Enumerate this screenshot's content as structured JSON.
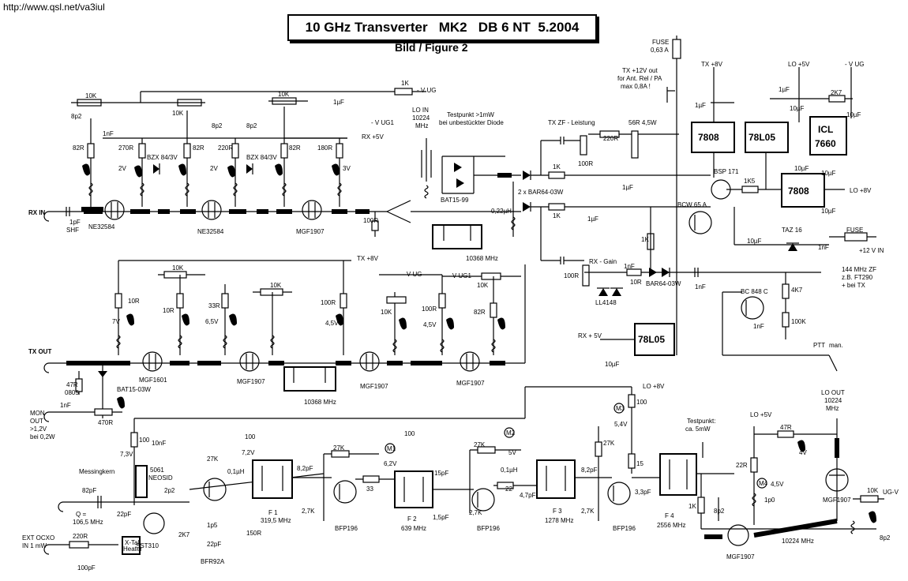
{
  "source_url": "http://www.qsl.net/va3iul",
  "title": "10 GHz Transverter   MK2   DB 6 NT  5.2004",
  "subtitle": "Bild / Figure 2",
  "regulators": {
    "tx7808": "7808",
    "lo78l05": "78L05",
    "icl": "ICL",
    "icl_num": "7660",
    "rx7808": "7808",
    "rx78l05": "78L05"
  },
  "ports": {
    "rx_in": "RX IN",
    "tx_out": "TX OUT",
    "mon_out": "MON",
    "mon_out2": "OUT",
    "mon_out3": ">1,2V",
    "mon_out4": "bei 0,2W",
    "ext_ocxo": "EXT OCXO",
    "ext_ocxo2": "IN  1 mW",
    "lo_in": "LO IN",
    "lo_in2": "10224",
    "lo_in3": "MHz",
    "lo_out": "LO OUT",
    "lo_out2": "10224",
    "lo_out3": "MHz",
    "if144": "144 MHz ZF",
    "if144b": "z.B. FT290",
    "if144c": "+ bei TX",
    "ptt": "PTT",
    "ptt2": "man.",
    "v12in": "+12 V IN"
  },
  "supply": {
    "vug": "- V UG",
    "vug1": "- V UG1",
    "rx5": "RX +5V",
    "tx8": "TX +8V",
    "tx8b": "TX +8V",
    "lo5": "LO +5V",
    "lo5b": "LO +5V",
    "lo8": "LO +8V",
    "lo8b": "LO +8V",
    "vug_r": "- V UG",
    "rx5b": "RX + 5V",
    "vug2": "- V UG",
    "vug1b": "- V UG1",
    "ugv": "UG-V"
  },
  "notes": {
    "fuse1": "FUSE",
    "fuse1b": "0,63 A",
    "txout": "TX +12V out",
    "txout2": "for Ant. Rel / PA",
    "txout3": "max 0,8A !",
    "testpunkt1": "Testpunkt >1mW",
    "testpunkt1b": "bei unbestückter Diode",
    "txzf": "TX ZF - Leistung",
    "rxgain": "RX - Gain",
    "testpunkt2": "Testpunkt:",
    "testpunkt2b": "ca. 5mW",
    "messing": "Messingkern",
    "neosid": "5061",
    "neosid2": "NEOSID",
    "q": "Q =",
    "q2": "106,5 MHz",
    "xtal": "X-Tal",
    "xtal2": "Heater",
    "fuse2": "FUSE"
  },
  "devices": {
    "ne1": "NE32584",
    "ne2": "NE32584",
    "mgf_rx": "MGF1907",
    "mgf_tx1": "MGF1601",
    "mgf_tx2": "MGF1907",
    "mgf_tx3": "MGF1907",
    "mgf_tx4": "MGF1907",
    "mgf_lo": "MGF1907",
    "mgf_lo2": "MGF1907",
    "bsp": "BSP 171",
    "bcw": "BCW 65 A",
    "bc848": "BC 848 C",
    "bat1": "BAT15-99",
    "bat2": "BAT15-03W",
    "bar1": "2 x BAR64-03W",
    "bar2": "BAR64-03W",
    "ll": "LL4148",
    "taz": "TAZ 16",
    "sst": "SST310",
    "bfr": "BFR92A",
    "bfp1": "BFP196",
    "bfp2": "BFP196",
    "bfp3": "BFP196"
  },
  "filters": {
    "f1": "F 1",
    "f1f": "319,5 MHz",
    "f2": "F 2",
    "f2f": "639 MHz",
    "f3": "F 3",
    "f3f": "1278 MHz",
    "f4": "F 4",
    "f4f": "2556 MHz",
    "bp1": "10368 MHz",
    "bp2": "10368 MHz",
    "bp3": "10224 MHz"
  },
  "values": {
    "r10k_a": "10K",
    "r10k_b": "10K",
    "r10k_c": "10K",
    "r1k_top": "1K",
    "c8p2_a": "8p2",
    "c8p2_b": "8p2",
    "c8p2_c": "8p2",
    "r82_a": "82R",
    "r270": "270R",
    "bzx1": "BZX 84/3V",
    "r82_b": "82R",
    "r220": "220R",
    "bzx2": "BZX 84/3V",
    "r82_c": "82R",
    "r180": "180R",
    "v2a": "2V",
    "v2b": "2V",
    "v3": "3V",
    "c1p": "1pF",
    "shf": "SHF",
    "r100r": "100R",
    "c1u_a": "1µF",
    "c1n_a": "1nF",
    "r1k_a": "1K",
    "r100_b": "100R",
    "r220r_b": "220R",
    "r56": "56R  4,5W",
    "r1k_b": "1K",
    "c1u_b": "1µF",
    "c1u_c": "1µF",
    "l022": "0,22µH",
    "r1k5": "1K5",
    "r1k_c": "1K",
    "c10u_a": "10µF",
    "c1n_b": "1nF",
    "r100_c": "100R",
    "r10r": "10R",
    "c1n_c": "1nF",
    "r4k7": "4K7",
    "r100k": "100K",
    "c1n_d": "1nF",
    "c10u_b": "10µF",
    "c1u_d": "1µF",
    "c10u_c": "10µF",
    "c1u_e": "1µF",
    "r2k7": "2K7",
    "c10u_d": "10µF",
    "c10u_e": "10µF",
    "c10u_f": "10µF",
    "c10u_g": "10µF",
    "c1n_e": "1nF",
    "r10k_tx": "10K",
    "r10r_tx": "10R",
    "v7": "7V",
    "r10r_b": "10R",
    "r33": "33R",
    "v65": "6,5V",
    "r10k_tx2": "10K",
    "r100_tx": "100R",
    "v45a": "4,5V",
    "r100_tx2": "100R",
    "v45b": "4,5V",
    "r82_tx": "82R",
    "r10k_tx3": "10K",
    "r10k_tx4": "10K",
    "r47": "47R",
    "c0805": "0805",
    "r470": "470R",
    "c1n_tx": "1nF",
    "r100_o": "100",
    "c10n": "10nF",
    "v73": "7,3V",
    "c82p": "82pF",
    "c22p": "22pF",
    "c2p2": "2p2",
    "r27k_a": "27K",
    "l01u_a": "0,1µH",
    "r100_o2": "100",
    "v72": "7,2V",
    "c8p2_o": "8,2pF",
    "r2k7_o": "2K7",
    "c1p5": "1p5",
    "c22p_o": "22pF",
    "r150": "150R",
    "r220r_o": "220R",
    "c100p": "100pF",
    "r100_o3": "100",
    "v62": "6,2V",
    "r27k_b": "27K",
    "r33_o": "33",
    "c15p": "15pF",
    "c15p_b": "1,5pF",
    "r27k_c": "27K",
    "v5": "5V",
    "l01u_b": "0,1µH",
    "r22": "22",
    "c47p": "4,7pF",
    "c82p_b": "8,2pF",
    "r100_o4": "100",
    "v54": "5,4V",
    "r27k_d": "27K",
    "r15": "15",
    "c33p": "3,3pF",
    "r2k7_b": "2,7K",
    "r2k7_c": "2,7K",
    "r2k7_d": "2,7K",
    "r47r_lo": "47R",
    "v4": "4V",
    "r22r_lo": "22R",
    "v45_lo": "4,5V",
    "c1p0": "1p0",
    "c8p2_lo": "8p2",
    "r1k_lo": "1K",
    "r10k_lo": "10K",
    "c8p2_lo2": "8p2",
    "m1": "M1",
    "m2": "M2",
    "m3": "M3",
    "m4": "M4"
  }
}
